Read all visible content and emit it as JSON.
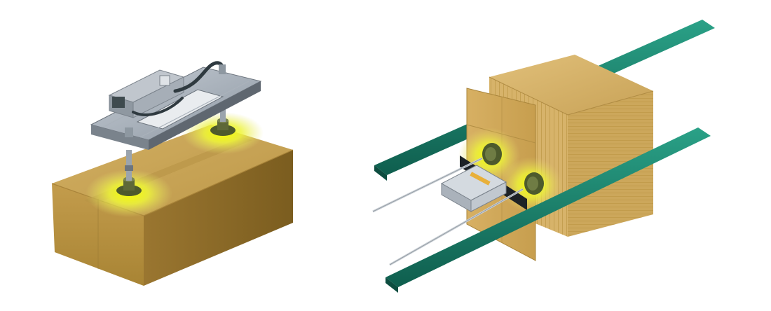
{
  "illustrations": [
    {
      "subject": "vacuum-gripper-on-carton",
      "components": [
        "carton-box",
        "gripper-frame-plate",
        "vacuum-generator",
        "vacuum-cup-left",
        "vacuum-cup-right",
        "air-hose"
      ]
    },
    {
      "subject": "double-suction-cup-gripper-on-stack",
      "components": [
        "guide-rail-back",
        "guide-rail-front",
        "corrugated-stack",
        "cardboard-sheet",
        "pneumatic-cylinder",
        "vacuum-cup-upper",
        "vacuum-cup-lower",
        "cable-pair"
      ]
    }
  ],
  "colors": {
    "background": "#ffffff",
    "carton_top": "#c9a55a",
    "carton_front": "#b58c3e",
    "carton_side": "#8c6a26",
    "metal": "#9aa3ad",
    "metal_dark": "#5e666f",
    "glow": "#f3ff00",
    "rail": "#1f8a74",
    "rail_dark": "#0f5e4e",
    "cup": "#4d5a2d",
    "cardboard": "#d9b46a"
  }
}
